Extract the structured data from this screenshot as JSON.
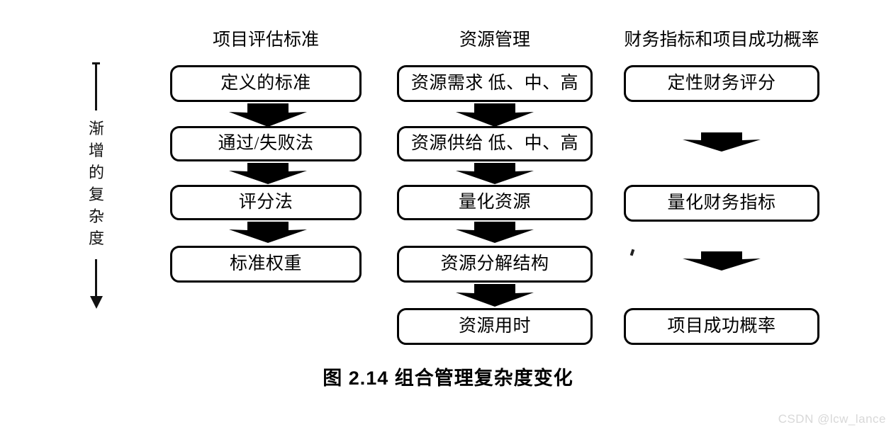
{
  "figure": {
    "caption": "图 2.14   组合管理复杂度变化",
    "watermark": "CSDN @lcw_lance"
  },
  "axis": {
    "label": "渐\n增\n的\n复\n杂\n度",
    "direction": "downward-arrow"
  },
  "columns": [
    {
      "id": "project-evaluation-criteria",
      "header": "项目评估标准",
      "nodes": [
        {
          "label": "定义的标准",
          "row": 1
        },
        {
          "label": "通过/失败法",
          "row": 2
        },
        {
          "label": "评分法",
          "row": 3
        },
        {
          "label": "标准权重",
          "row": 4
        }
      ],
      "arrows": [
        {
          "between": "1-2"
        },
        {
          "between": "2-3"
        },
        {
          "between": "3-4"
        }
      ]
    },
    {
      "id": "resource-management",
      "header": "资源管理",
      "nodes": [
        {
          "label": "资源需求 低、中、高",
          "row": 1
        },
        {
          "label": "资源供给 低、中、高",
          "row": 2
        },
        {
          "label": "量化资源",
          "row": 3
        },
        {
          "label": "资源分解结构",
          "row": 4
        },
        {
          "label": "资源用时",
          "row": 5
        }
      ],
      "arrows": [
        {
          "between": "1-2"
        },
        {
          "between": "2-3"
        },
        {
          "between": "3-4"
        },
        {
          "between": "4-5"
        }
      ]
    },
    {
      "id": "financial-metrics-and-project-success-probability",
      "header": "财务指标和项目成功概率",
      "nodes": [
        {
          "label": "定性财务评分",
          "row": 1
        },
        {
          "label": "量化财务指标",
          "row": 3
        },
        {
          "label": "项目成功概率",
          "row": 5
        }
      ],
      "arrows": [
        {
          "between": "1-3"
        },
        {
          "between": "3-5"
        }
      ]
    }
  ],
  "style": {
    "stroke": "#000000",
    "fill": "#ffffff",
    "arrow_fill": "#000000",
    "watermark_color": "#d8d8d8"
  }
}
